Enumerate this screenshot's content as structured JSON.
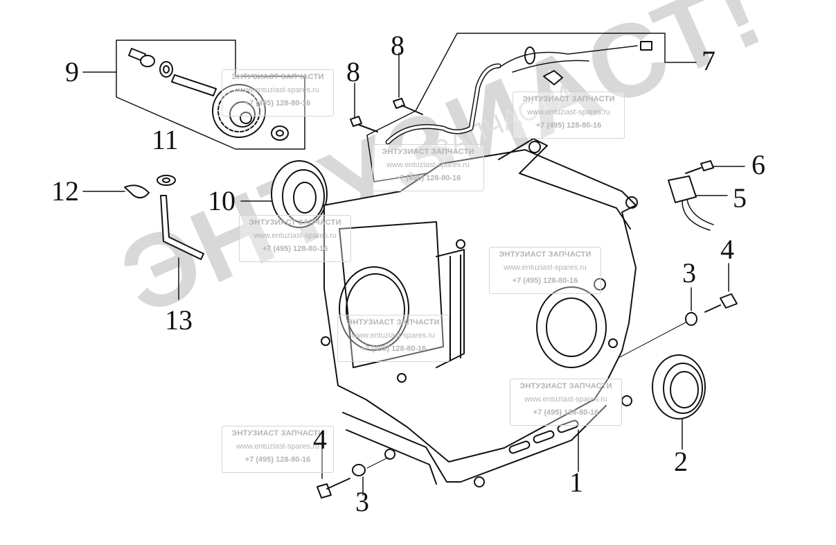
{
  "diagram": {
    "callouts": [
      {
        "id": "c1",
        "label": "1"
      },
      {
        "id": "c2",
        "label": "2"
      },
      {
        "id": "c3a",
        "label": "3"
      },
      {
        "id": "c3b",
        "label": "3"
      },
      {
        "id": "c4a",
        "label": "4"
      },
      {
        "id": "c4b",
        "label": "4"
      },
      {
        "id": "c5",
        "label": "5"
      },
      {
        "id": "c6",
        "label": "6"
      },
      {
        "id": "c7",
        "label": "7"
      },
      {
        "id": "c8a",
        "label": "8"
      },
      {
        "id": "c8b",
        "label": "8"
      },
      {
        "id": "c9",
        "label": "9"
      },
      {
        "id": "c10",
        "label": "10"
      },
      {
        "id": "c11",
        "label": "11"
      },
      {
        "id": "c12",
        "label": "12"
      },
      {
        "id": "c13",
        "label": "13"
      }
    ]
  },
  "watermark": {
    "big_text": "ЭНТУЗИАСТ!",
    "small_text": "ЗАПЧАСТИ",
    "boxes": [
      {
        "name": "ЭНТУЗИАСТ ЗАПЧАСТИ",
        "url": "www.entuziast-spares.ru",
        "phone": "+7 (495) 128-80-16"
      },
      {
        "name": "ЭНТУЗИАСТ ЗАПЧАСТИ",
        "url": "www.entuziast-spares.ru",
        "phone": "+7 (495) 128-80-16"
      },
      {
        "name": "ЭНТУЗИАСТ ЗАПЧАСТИ",
        "url": "www.entuziast-spares.ru",
        "phone": "+7 (495) 128-80-16"
      },
      {
        "name": "ЭНТУЗИАСТ ЗАПЧАСТИ",
        "url": "www.entuziast-spares.ru",
        "phone": "+7 (495) 128-80-16"
      },
      {
        "name": "ЭНТУЗИАСТ ЗАПЧАСТИ",
        "url": "www.entuziast-spares.ru",
        "phone": "+7 (495) 128-80-16"
      },
      {
        "name": "ЭНТУЗИАСТ ЗАПЧАСТИ",
        "url": "www.entuziast-spares.ru",
        "phone": "+7 (495) 128-80-16"
      },
      {
        "name": "ЭНТУЗИАСТ ЗАПЧАСТИ",
        "url": "www.entuziast-spares.ru",
        "phone": "+7 (495) 128-80-16"
      },
      {
        "name": "ЭНТУЗИАСТ ЗАПЧАСТИ",
        "url": "www.entuziast-spares.ru",
        "phone": "+7 (495) 128-80-16"
      }
    ]
  }
}
